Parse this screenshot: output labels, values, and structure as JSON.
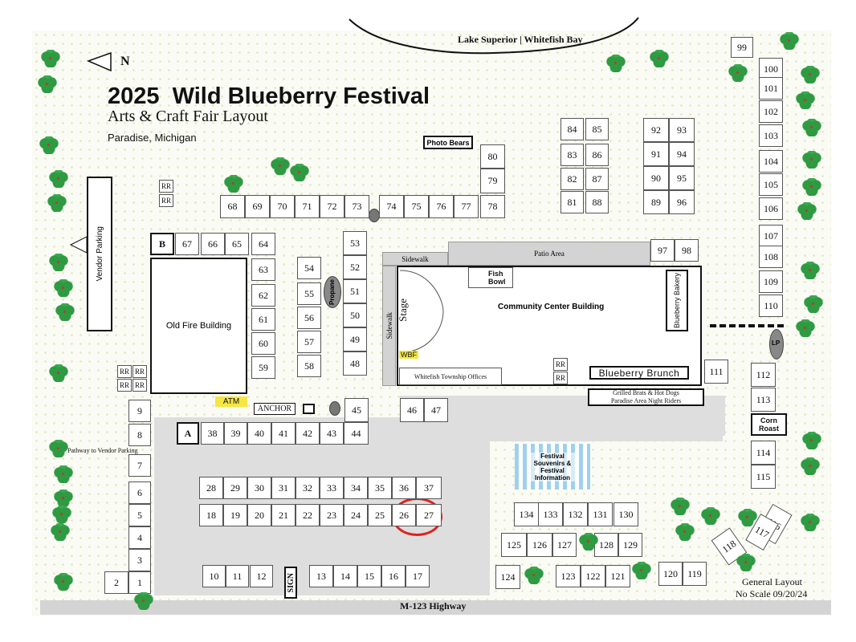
{
  "header": {
    "title": "2025  Wild Blueberry Festival",
    "subtitle": "Arts & Craft Fair Layout",
    "location": "Paradise, Michigan",
    "north": "N"
  },
  "lake_label": "Lake Superior | Whitefish Bay",
  "footer": {
    "highway": "M-123 Highway",
    "layout_note": "General Layout",
    "scale_note": "No Scale 09/20/24"
  },
  "buildings": {
    "old_fire": "Old Fire Building",
    "community": "Community Center Building",
    "stage": "Stage",
    "sidewalk_top": "Sidewalk",
    "sidewalk_side": "Sidewalk",
    "patio": "Patio Area",
    "fish_bowl": "Fish Bowl",
    "blueberry_bakery": "Blueberry Bakery",
    "blueberry_brunch": "Blueberry Brunch",
    "township_offices": "Whitefish Township Offices",
    "wbf": "WBF",
    "grilled": "Grilled Brats & Hot Dogs",
    "night_riders": "Paradise Area Night Riders",
    "photo_bears": "Photo Bears",
    "vendor_parking": "Vendor Parking",
    "pathway": "Pathway to Vendor Parking",
    "atm": "ATM",
    "anchor": "ANCHOR",
    "propane": "Propane",
    "lp": "LP",
    "corn_roast": "Corn Roast",
    "sign": "SIGN",
    "souvenirs": "Festival Souvenirs & Festival Information"
  },
  "highlight": {
    "booths": [
      "26",
      "27"
    ],
    "color": "#e02020"
  },
  "colors": {
    "tree": "#2e9a42",
    "atm": "#f5e642",
    "souvenir_stripe": "#9fd0ee"
  },
  "booths": [
    "1",
    "2",
    "3",
    "4",
    "5",
    "6",
    "7",
    "8",
    "9",
    "10",
    "11",
    "12",
    "13",
    "14",
    "15",
    "16",
    "17",
    "18",
    "19",
    "20",
    "21",
    "22",
    "23",
    "24",
    "25",
    "26",
    "27",
    "28",
    "29",
    "30",
    "31",
    "32",
    "33",
    "34",
    "35",
    "36",
    "37",
    "38",
    "39",
    "40",
    "41",
    "42",
    "43",
    "44",
    "45",
    "46",
    "47",
    "48",
    "49",
    "50",
    "51",
    "52",
    "53",
    "54",
    "55",
    "56",
    "57",
    "58",
    "59",
    "60",
    "61",
    "62",
    "63",
    "64",
    "65",
    "66",
    "67",
    "B",
    "A",
    "68",
    "69",
    "70",
    "71",
    "72",
    "73",
    "74",
    "75",
    "76",
    "77",
    "78",
    "79",
    "80",
    "81",
    "82",
    "83",
    "84",
    "85",
    "86",
    "87",
    "88",
    "89",
    "90",
    "91",
    "92",
    "93",
    "94",
    "95",
    "96",
    "97",
    "98",
    "99",
    "100",
    "101",
    "102",
    "103",
    "104",
    "105",
    "106",
    "107",
    "108",
    "109",
    "110",
    "111",
    "112",
    "113",
    "114",
    "115",
    "116",
    "117",
    "118",
    "119",
    "120",
    "121",
    "122",
    "123",
    "124",
    "125",
    "126",
    "127",
    "128",
    "129",
    "130",
    "131",
    "132",
    "133",
    "134"
  ],
  "restrooms": "RR"
}
